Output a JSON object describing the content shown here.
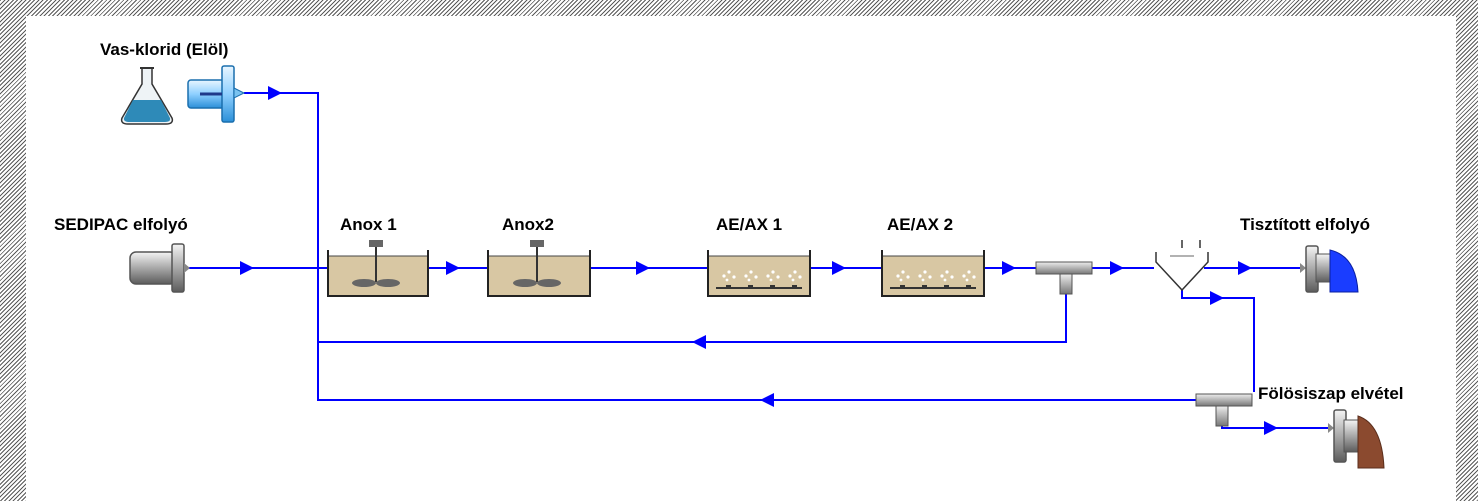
{
  "labels": {
    "iron_chloride": "Vas-klorid (Elöl)",
    "influent": "SEDIPAC elfolyó",
    "anox1": "Anox 1",
    "anox2": "Anox2",
    "aeax1": "AE/AX 1",
    "aeax2": "AE/AX 2",
    "effluent": "Tisztított elfolyó",
    "waste_sludge": "Fölösiszap elvétel"
  },
  "colors": {
    "flow_line": "#0000ff",
    "tank_fill": "#d8c7a3",
    "effluent_cap": "#1a3dff",
    "sludge_cap": "#8b4a2f"
  },
  "icons": [
    "flask-icon",
    "pump-icon",
    "influent-pipe-icon",
    "mixer-icon",
    "aerator-icon",
    "splitter-icon",
    "clarifier-icon",
    "effluent-pipe-icon",
    "sludge-pipe-icon"
  ]
}
